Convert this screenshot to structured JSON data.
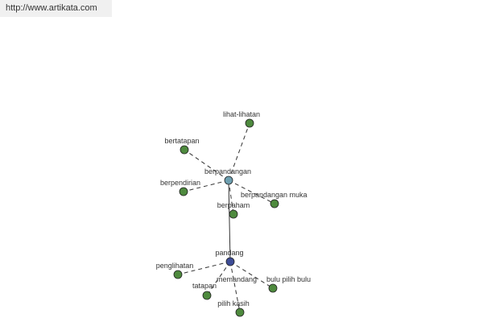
{
  "watermark": {
    "url": "http://www.artikata.com"
  },
  "colors": {
    "hub_center": "#3d4c96",
    "hub_secondary": "#6d9fb0",
    "leaf": "#4e8a3e",
    "edge": "#333333"
  },
  "graph": {
    "hubs": [
      {
        "id": "pandang",
        "label": "pandang",
        "kind": "center"
      },
      {
        "id": "berpandangan",
        "label": "berpandangan",
        "kind": "secondary"
      }
    ],
    "leaves": [
      {
        "id": "lihat-lihatan",
        "label": "lihat-lihatan",
        "hub": "berpandangan"
      },
      {
        "id": "bertatapan",
        "label": "bertatapan",
        "hub": "berpandangan"
      },
      {
        "id": "berpendirian",
        "label": "berpendirian",
        "hub": "berpandangan"
      },
      {
        "id": "berpandangan-muka",
        "label": "berpandangan muka",
        "hub": "berpandangan"
      },
      {
        "id": "berpaham",
        "label": "berpaham",
        "hub": "berpandangan"
      },
      {
        "id": "penglihatan",
        "label": "penglihatan",
        "hub": "pandang"
      },
      {
        "id": "memandang",
        "label": "memandang",
        "hub": "pandang"
      },
      {
        "id": "tatapan",
        "label": "tatapan",
        "hub": "pandang"
      },
      {
        "id": "pilih-kasih",
        "label": "pilih kasih",
        "hub": "pandang"
      },
      {
        "id": "bulu-pilih-bulu",
        "label": "bulu pilih bulu",
        "hub": "pandang"
      }
    ],
    "edges": [
      {
        "from": "pandang",
        "to": "berpandangan",
        "style": "solid"
      },
      {
        "from": "berpandangan",
        "to": "lihat-lihatan",
        "style": "dashed"
      },
      {
        "from": "berpandangan",
        "to": "bertatapan",
        "style": "dashed"
      },
      {
        "from": "berpandangan",
        "to": "berpendirian",
        "style": "dashed"
      },
      {
        "from": "berpandangan",
        "to": "berpandangan-muka",
        "style": "dashed"
      },
      {
        "from": "berpandangan",
        "to": "berpaham",
        "style": "dashed"
      },
      {
        "from": "pandang",
        "to": "penglihatan",
        "style": "dashed"
      },
      {
        "from": "pandang",
        "to": "tatapan",
        "style": "dashed"
      },
      {
        "from": "pandang",
        "to": "pilih-kasih",
        "style": "dashed"
      },
      {
        "from": "pandang",
        "to": "bulu-pilih-bulu",
        "style": "dashed"
      }
    ]
  }
}
